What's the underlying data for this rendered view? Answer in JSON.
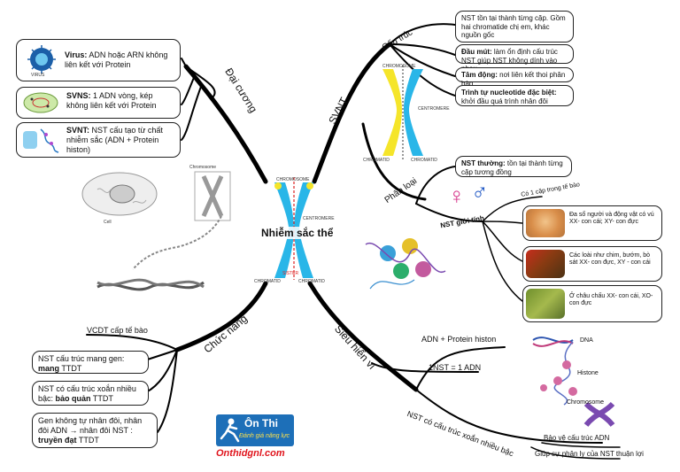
{
  "center": {
    "title": "Nhiễm sắc thể",
    "chromosome": "CHROMOSOME",
    "centromere": "CENTROMERE",
    "chromatid_l": "CHROMATID",
    "chromatid_r": "CHROMATID",
    "sister": "SISTER"
  },
  "branches": {
    "dai_cuong": "Đại cương",
    "svnt": "SVNT",
    "chuc_nang": "Chức năng",
    "sieu_hien_vi": "Siêu hiển vi"
  },
  "dai_cuong": {
    "virus": {
      "b": "Virus:",
      "t": " ADN hoặc ARN không liên kết với Protein",
      "caption": "VIRUS"
    },
    "svns": {
      "b": "SVNS:",
      "t": " 1 ADN vòng, kép không liên kết với Protein"
    },
    "svnt": {
      "b": "SVNT:",
      "t": " NST cấu tạo từ chất nhiễm sắc (ADN + Protein histon)"
    }
  },
  "cau_truc": {
    "label": "Cấu trúc",
    "item1": "NST tồn tại thành từng cặp. Gồm hai chromatide chị em, khác nguồn gốc",
    "item2": {
      "b": "Đầu mút:",
      "t": " làm ổn định cấu trúc NST giúp NST không dính vào nhau"
    },
    "item3": {
      "b": "Tâm động:",
      "t": " nơi liên kết thoi phân bào"
    },
    "item4": {
      "b": "Trình tự nucleotide đặc biệt:",
      "t": " khởi đầu quá trình nhân đôi"
    },
    "img": {
      "chromosome": "CHROMOSOME",
      "centromere": "CENTROMERE",
      "chromatid_l": "CHROMATID",
      "chromatid_r": "CHROMATID"
    }
  },
  "phan_loai": {
    "label": "Phân loại",
    "thuong": {
      "b": "NST thường:",
      "t": " tồn tại thành từng cặp tương đồng"
    },
    "gioi_tinh": "NST giới tính",
    "co1cap": "Có 1 cặp trong tế bào",
    "dog": "Đa số người và động vật có vú XX- con cái; XY- con đực",
    "rooster": "Các loài như chim, bướm, bò sát XX- con đực, XY - con cái",
    "grass": "Ở châu chấu XX- con cái, XO- con đực",
    "female_icon": "♀",
    "male_icon": "♂"
  },
  "chuc_nang": {
    "vcdt": "VCDT cấp tế bào",
    "item1": {
      "t": "NST cấu trúc mang gen: ",
      "b": "mang",
      "t2": " TTDT"
    },
    "item2": {
      "t": "NST có cấu trúc xoắn nhiều bậc: ",
      "b": "bảo quản",
      "t2": " TTDT"
    },
    "item3": {
      "t": "Gen không tự nhân đôi, nhân đôi ADN → nhân đôi NST : ",
      "b": "truyền đạt",
      "t2": " TTDT"
    }
  },
  "sieu_hien_vi": {
    "adn_protein": "ADN + Protein histon",
    "nst_adn": "1NST = 1 ADN",
    "xoan": "NST có cấu trúc xoắn nhiều bậc",
    "bao_ve": "Bảo vệ cấu trúc ADN",
    "giup": "Giúp sự phân ly của NST thuận lợi",
    "img": {
      "dna": "DNA",
      "histone": "Histone",
      "chromosome": "Chromosome"
    }
  },
  "left_img": {
    "chromosome": "Chromosome",
    "cell": "Cell"
  },
  "logo": {
    "line1": "Ôn Thi",
    "line2": "Đánh giá năng lực",
    "url": "Onthidgnl.com"
  },
  "colors": {
    "yellow": "#f5e52a",
    "cyan": "#29b6e8",
    "line": "#000000",
    "logo_red": "#e0151d",
    "logo_bg": "#1d6fb8"
  }
}
